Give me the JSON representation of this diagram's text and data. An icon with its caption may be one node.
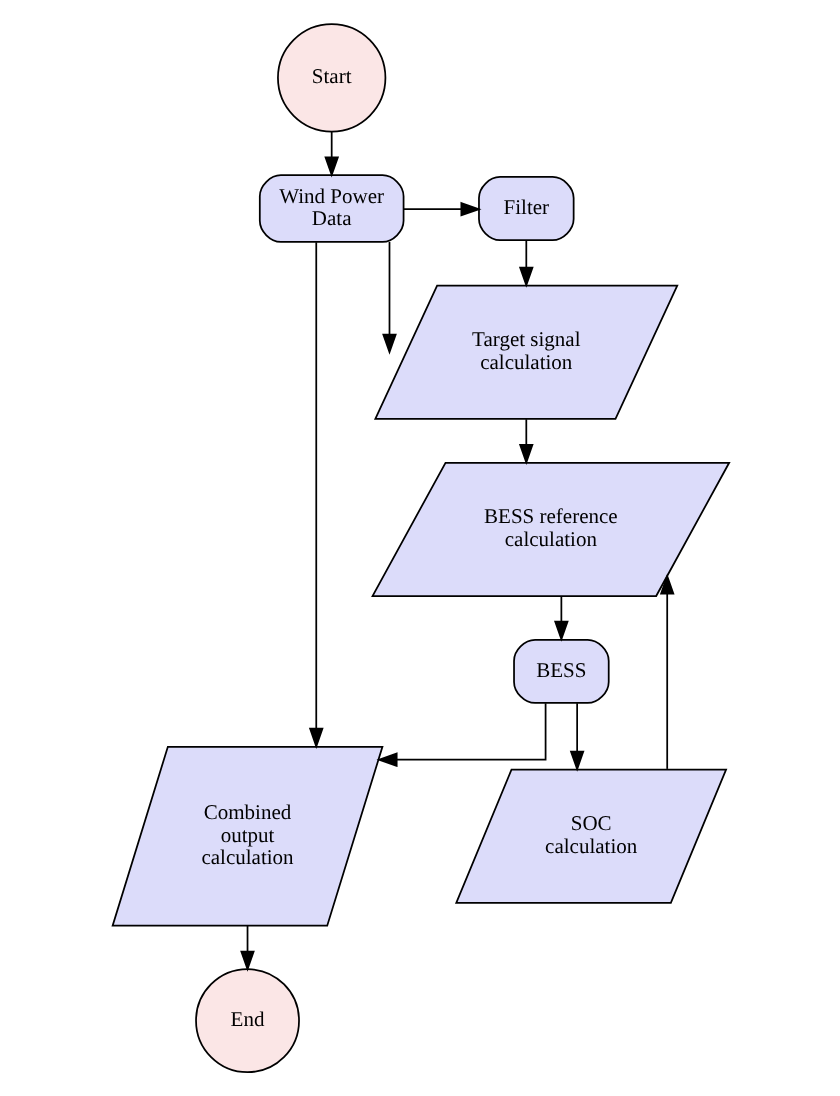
{
  "diagram": {
    "nodes": [
      {
        "text": [
          "Start"
        ]
      },
      {
        "text": [
          "Wind Power Data"
        ]
      },
      {
        "text": [
          "Filter"
        ]
      },
      {
        "text": [
          "Target signal calculation"
        ]
      },
      {
        "text": [
          "BESS reference calculation"
        ]
      },
      {
        "text": [
          "BESS"
        ]
      },
      {
        "text": [
          "SOC calculation"
        ]
      },
      {
        "text": [
          "Combined output calculation"
        ]
      },
      {
        "text": [
          "End"
        ]
      }
    ],
    "edges": [
      {
        "from": 0,
        "to": 1,
        "arrow": "to"
      },
      {
        "from": 1,
        "to": 2,
        "arrow": "to"
      },
      {
        "from": 1,
        "to": 3,
        "arrow": "to"
      },
      {
        "from": 2,
        "to": 3,
        "arrow": "to"
      },
      {
        "from": 3,
        "to": 4,
        "arrow": "to"
      },
      {
        "from": 4,
        "to": 5,
        "arrow": "to"
      },
      {
        "from": 5,
        "to": 6,
        "arrow": "to"
      },
      {
        "from": 6,
        "to": 4,
        "arrow": "to"
      },
      {
        "from": 5,
        "to": 7,
        "arrow": "to"
      },
      {
        "from": 1,
        "to": 7,
        "arrow": "to"
      },
      {
        "from": 7,
        "to": 8,
        "arrow": "to"
      }
    ]
  }
}
